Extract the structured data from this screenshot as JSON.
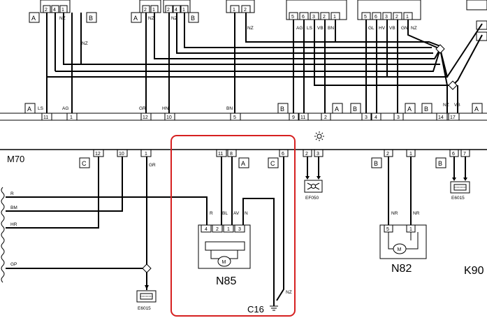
{
  "top_connectors": [
    {
      "pins": [
        "2",
        "4",
        "1"
      ]
    },
    {
      "pins": [
        "2",
        "1"
      ]
    },
    {
      "pins": [
        "2",
        "4",
        "1"
      ]
    },
    {
      "pins": [
        "1",
        "2"
      ]
    },
    {
      "pins": [
        "5",
        "6",
        "3",
        "2",
        "1"
      ]
    },
    {
      "pins": [
        "5",
        "6",
        "3",
        "2",
        "1"
      ]
    }
  ],
  "zone_letters_top": [
    "A",
    "B",
    "A",
    "B",
    "A",
    "B",
    "A",
    "B",
    "A"
  ],
  "top_wire_labels": [
    "NZ",
    "NZ",
    "NZ",
    "NZ",
    "NZ",
    "AG",
    "LS",
    "VB",
    "BN",
    "GL",
    "HV",
    "VB",
    "GN",
    "NZ",
    "NZ",
    "VB"
  ],
  "mid_pins": [
    "11",
    "1",
    "12",
    "10",
    "5",
    "9",
    "11",
    "2",
    "3",
    "4",
    "3",
    "14",
    "17"
  ],
  "mid_wire_labels": [
    "LS",
    "AG",
    "GR",
    "HN",
    "BN"
  ],
  "bus_label": "M70",
  "lower_zone_letters": [
    "C",
    "A",
    "C",
    "B",
    "B"
  ],
  "lower_pins": [
    "12",
    "10",
    "1",
    "11",
    "8",
    "6",
    "2",
    "3",
    "2",
    "1",
    "6",
    "7"
  ],
  "lower_wire_labels": [
    "GR",
    "R",
    "BL",
    "AV",
    "N",
    "NZ",
    "NR",
    "NR"
  ],
  "left_wire_labels": [
    "R",
    "BM",
    "HR",
    "GP"
  ],
  "n85_pins": [
    "4",
    "2",
    "1",
    "3"
  ],
  "n82_pins": [
    "5",
    "1"
  ],
  "motor_symbol": "M",
  "components": {
    "n85": "N85",
    "n82": "N82",
    "k90": "K90",
    "c16": "C16",
    "ef050": "EF050",
    "e6015_left": "E6015",
    "e6015_right": "E6015"
  },
  "highlight_color": "#d62020",
  "sun_icon": "sun-icon"
}
